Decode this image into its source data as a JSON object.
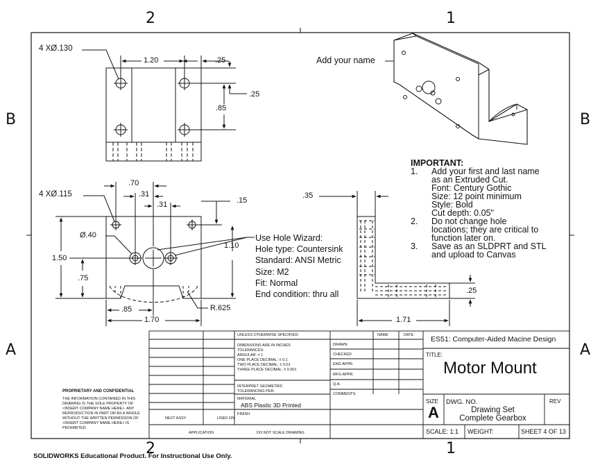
{
  "zones": {
    "top_left": "2",
    "top_right": "1",
    "bottom_left": "2",
    "bottom_right": "1",
    "left_upper": "B",
    "left_lower": "A",
    "right_upper": "B",
    "right_lower": "A"
  },
  "top_view": {
    "hole_callout": "4 XØ.130",
    "dims": {
      "width": "1.20",
      "edge_x": ".25",
      "edge_y": ".25",
      "spacing_y": ".85"
    }
  },
  "front_view": {
    "hole_callout": "4 XØ.115",
    "dims": {
      "d70": ".70",
      "d31a": ".31",
      "d31b": ".31",
      "d15": ".15",
      "dia40": "Ø.40",
      "d150": "1.50",
      "d75": ".75",
      "d110": "1.10",
      "d85": ".85",
      "d170": "1.70",
      "r625": "R.625"
    }
  },
  "hole_wizard": [
    "Use Hole Wizard:",
    "Hole type: Countersink",
    "Standard: ANSI Metric",
    "Size: M2",
    "Fit: Normal",
    "End condition: thru all"
  ],
  "side_view": {
    "dims": {
      "d35": ".35",
      "d25": ".25",
      "d171": "1.71"
    }
  },
  "iso_label": "Add your name",
  "important": {
    "title": "IMPORTANT:",
    "items": [
      {
        "num": "1.",
        "lines": [
          "Add your first and last name",
          "as an Extruded Cut.",
          "Font: Century Gothic",
          "Size: 12 point minimum",
          "Style: Bold",
          "Cut depth: 0.05\""
        ]
      },
      {
        "num": "2.",
        "lines": [
          "Do not change hole",
          "locations; they are critical to",
          "function later on."
        ]
      },
      {
        "num": "3.",
        "lines": [
          "Save as an SLDPRT and STL",
          "and upload to Canvas"
        ]
      }
    ]
  },
  "title_block": {
    "unless": "UNLESS OTHERWISE SPECIFIED:",
    "name_hdr": "NAME",
    "date_hdr": "DATE",
    "course": "ES51: Computer-Aided Macine Design",
    "dims_note": [
      "DIMENSIONS ARE IN INCHES",
      "TOLERANCES:",
      "ANGULAR: ± 1",
      "ONE PLACE DECIMAL: ± 0.1",
      "TWO PLACE DECIMAL: ± 0.01",
      "THREE PLACE DECIMAL: ± 0.001"
    ],
    "rows": [
      "DRAWN",
      "CHECKED",
      "ENG APPR.",
      "MFG APPR.",
      "Q.A.",
      "COMMENTS:"
    ],
    "interpret": [
      "INTERPRET GEOMETRIC",
      "TOLERANCING PER:"
    ],
    "material_label": "MATERIAL",
    "material": "ABS Plastic 3D Printed",
    "finish": "FINISH",
    "next_assy": "NEXT ASSY",
    "used_on": "USED ON",
    "application": "APPLICATION",
    "do_not_scale": "DO NOT SCALE DRAWING",
    "title_label": "TITLE:",
    "title": "Motor Mount",
    "size_label": "SIZE",
    "size": "A",
    "dwg_no_label": "DWG. NO.",
    "dwg_no": [
      "Drawing Set",
      "Complete Gearbox"
    ],
    "rev_label": "REV",
    "scale": "SCALE: 1:1",
    "weight": "WEIGHT:",
    "sheet": "SHEET 4 OF 13"
  },
  "proprietary": {
    "title": "PROPRIETARY AND CONFIDENTIAL",
    "lines": [
      "THE INFORMATION CONTAINED IN THIS",
      "DRAWING IS THE SOLE PROPERTY OF",
      "<INSERT COMPANY NAME HERE>. ANY",
      "REPRODUCTION IN PART OR AS A WHOLE",
      "WITHOUT THE WRITTEN PERMISSION OF",
      "<INSERT COMPANY NAME HERE> IS",
      "PROHIBITED."
    ]
  },
  "footer": "SOLIDWORKS Educational Product. For Instructional Use Only."
}
